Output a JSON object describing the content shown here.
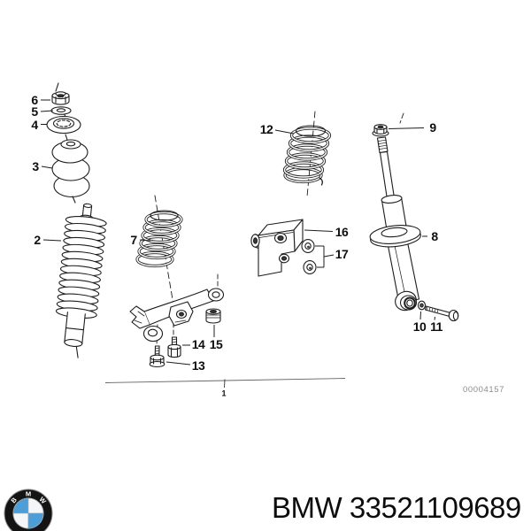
{
  "page": {
    "background": "#ffffff"
  },
  "diagram": {
    "watermark": "00004157",
    "callouts": {
      "1": "1",
      "2": "2",
      "3": "3",
      "4": "4",
      "5": "5",
      "6": "6",
      "7": "7",
      "8": "8",
      "9": "9",
      "10": "10",
      "11": "11",
      "12": "12",
      "13": "13",
      "14": "14",
      "15": "15",
      "16": "16",
      "17": "17"
    }
  },
  "footer": {
    "title": "BMW 33521109689",
    "logo_letters": [
      "B",
      "M",
      "W"
    ]
  },
  "colors": {
    "line": "#1d1d1d",
    "reference_line": "#666666",
    "watermark": "#8c8c8c",
    "logo_blue": "#4c9ed8",
    "logo_ring": "#141414",
    "text": "#0d0d0d"
  }
}
